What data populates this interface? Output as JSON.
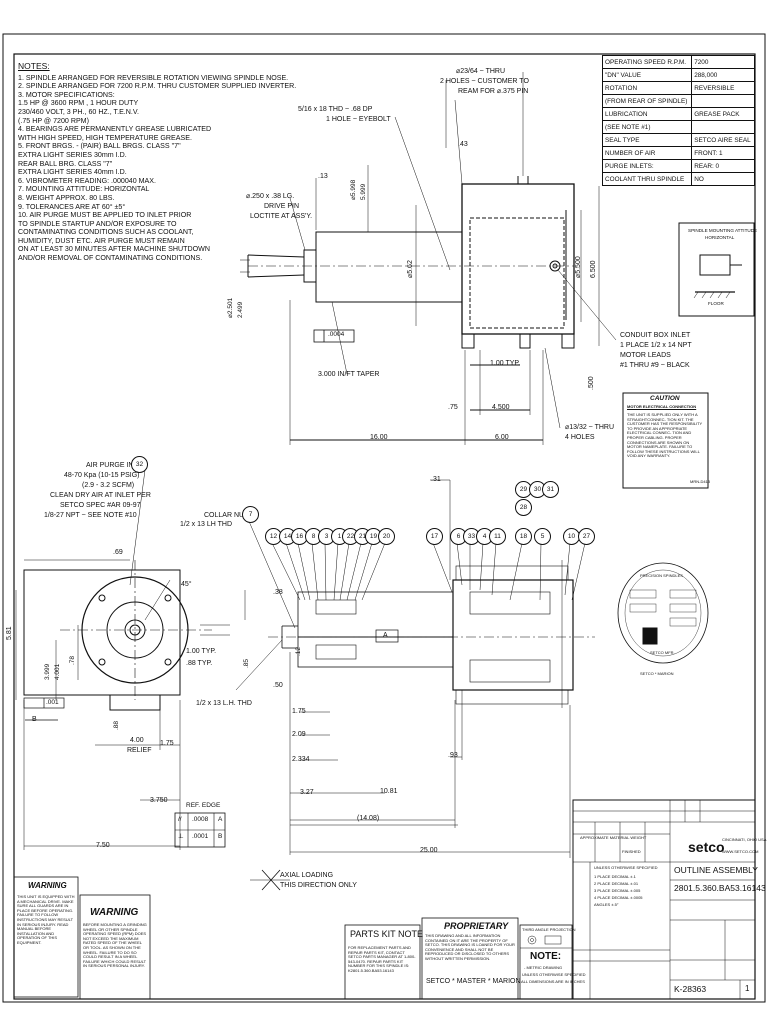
{
  "notes": {
    "heading": "NOTES:",
    "lines": [
      "1.  SPINDLE ARRANGED FOR REVERSIBLE ROTATION VIEWING SPINDLE NOSE.",
      "2.  SPINDLE ARRANGED FOR 7200 R.P.M. THRU CUSTOMER SUPPLIED INVERTER.",
      "3.  MOTOR SPECIFICATIONS:",
      "     1.5 HP @ 3600 RPM , 1 HOUR DUTY",
      "     230/460 VOLT, 3 PH., 60 HZ., T.E.N.V.",
      "     (.75 HP @ 7200 RPM)",
      "4.  BEARINGS ARE PERMANENTLY GREASE LUBRICATED",
      "     WITH HIGH SPEED, HIGH TEMPERATURE GREASE.",
      "5.  FRONT BRGS. - (PAIR) BALL BRGS. CLASS \"7\"",
      "     EXTRA LIGHT SERIES 30mm I.D.",
      "     REAR BALL BRG. CLASS \"7\"",
      "     EXTRA LIGHT SERIES 40mm I.D.",
      "6.  VIBROMETER READING: .000040 MAX.",
      "7.  MOUNTING ATTITUDE: HORIZONTAL",
      "8.  WEIGHT APPROX. 80 LBS.",
      "9.  TOLERANCES ARE AT 60° ±5°",
      "10. AIR PURGE MUST BE APPLIED TO INLET PRIOR",
      "     TO SPINDLE STARTUP AND/OR EXPOSURE TO",
      "     CONTAMINATING CONDITIONS SUCH AS COOLANT,",
      "     HUMIDITY, DUST ETC. AIR PURGE MUST REMAIN",
      "     ON AT LEAST 30 MINUTES AFTER MACHINE SHUTDOWN",
      "     AND/OR REMOVAL OF CONTAMINATING CONDITIONS."
    ]
  },
  "spec_table": [
    [
      "OPERATING SPEED R.P.M.",
      "7200"
    ],
    [
      "\"DN\" VALUE",
      "288,000"
    ],
    [
      "ROTATION",
      "REVERSIBLE"
    ],
    [
      "(FROM REAR OF SPINDLE)",
      ""
    ],
    [
      "LUBRICATION",
      "GREASE PACK"
    ],
    [
      "(SEE NOTE #1)",
      ""
    ],
    [
      "SEAL TYPE",
      "SETCO AIRE SEAL"
    ],
    [
      "NUMBER OF AIR",
      "FRONT: 1"
    ],
    [
      "PURGE INLETS:",
      "REAR:  0"
    ],
    [
      "COOLANT THRU SPINDLE",
      "NO"
    ]
  ],
  "mounting": {
    "title": "SPINDLE MOUNTING ATTITUDE",
    "sub": "HORIZONTAL",
    "floor": "FLOOR"
  },
  "top_view": {
    "thru_hole_label_1": "⌀23/64 ~ THRU",
    "thru_hole_label_2": "2 HOLES ~ CUSTOMER TO",
    "thru_hole_label_3": "REAM FOR ⌀.375 PIN",
    "eyebolt_1": "5/16 x 18 THD ~ .68 DP",
    "eyebolt_2": "1 HOLE ~ EYEBOLT",
    "dim_43": ".43",
    "dim_13": ".13",
    "drive_pin_1": "⌀.250 x .38 LG.",
    "drive_pin_2": "DRIVE PIN",
    "drive_pin_3": "LOCTITE AT ASS'Y.",
    "dim_5998": "⌀5.998",
    "dim_5999": "5.999",
    "dim_5500": "⌀5.500",
    "dim_6500": "6.500",
    "dim_562": "⌀5.62",
    "dim_2501": "⌀2.501",
    "dim_2499": "2.499",
    "runout": ".0004",
    "taper": "3.000 IN/FT TAPER",
    "conduit_1": "CONDUIT BOX INLET",
    "conduit_2": "1 PLACE 1/2 x 14 NPT",
    "conduit_3": "MOTOR LEADS",
    "conduit_4": "#1 THRU #9 ~ BLACK",
    "dim_100typ": "1.00 TYP.",
    "dim_75": ".75",
    "dim_4500": "4.500",
    "dim_500": ".500",
    "holes_1": "⌀13/32 ~ THRU",
    "holes_2": "4 HOLES",
    "dim_1600": "16.00",
    "dim_600": "6.00"
  },
  "caution": {
    "title": "CAUTION",
    "sub": "MOTOR ELECTRICAL CONNECTION",
    "body": "THE UNIT IS SUPPLIED ONLY WITH A STRAIGHTCONNEC- TION KIT. THE CUSTOMER HAS THE RESPONSIBILITY TO PROVIDE AN APPROPRIATE ELECTRICAL CONNEC- TION AND PROPER CABLING. PROPER CONNECTIONS ARE SHOWN ON MOTOR NAMEPLATE. FAILURE TO FOLLOW THESE INSTRUCTIONS WILL VOID ANY WARRANTY.",
    "code": "MRN-D413"
  },
  "end_view": {
    "air_1": "AIR PURGE INLET",
    "air_2": "48-70 Kpa (10-15 PSIG)",
    "air_3": "(2.9 - 3.2 SCFM)",
    "air_4": "CLEAN DRY AIR AT INLET PER",
    "air_5": "SETCO SPEC #AR 09-97",
    "air_6": "1/8-27 NPT ~ SEE NOTE #10",
    "bubble_air": "32",
    "dim_69": ".69",
    "dim_45": "45°",
    "dim_581": "5.81",
    "dim_3999": "3.999",
    "dim_4001": "4.001",
    "dim_100typ": "1.00 TYP.",
    "dim_88typ": ".88 TYP.",
    "dim_78": ".78",
    "dim_88": ".88",
    "dim_400": "4.00",
    "relief": "RELIEF",
    "dim_175": "1.75",
    "dim_3750": "3.750",
    "dim_750": "7.50",
    "datum_b": "B",
    "flatness": ".001",
    "ref_edge": "REF. EDGE",
    "ref_rows": [
      [
        "//",
        ".0008",
        "A"
      ],
      [
        "⊥",
        ".0001",
        "B"
      ]
    ]
  },
  "section_view": {
    "collar_1": "COLLAR NUT",
    "collar_2": "1/2 x 13 LH THD",
    "bubble_7": "7",
    "lh_thd": "1/2 x 13 L.H. THD",
    "dim_31": ".31",
    "dim_38": ".38",
    "dim_50": ".50",
    "dim_12": ".12",
    "dim_175": "1.75",
    "dim_209": "2.09",
    "dim_2334": "2.334",
    "dim_327": "3.27",
    "dim_1081": "10.81",
    "dim_1408": "(14.08)",
    "dim_2500": "25.00",
    "dim_93": ".93",
    "dim_85": ".85",
    "datum_a": "A",
    "bubbles_left": [
      "12",
      "14",
      "16",
      "8",
      "3",
      "1",
      "22",
      "21",
      "19",
      "20"
    ],
    "bubbles_right": [
      "17",
      "6",
      "33",
      "4",
      "11",
      "18",
      "5",
      "10",
      "27"
    ],
    "bubbles_top": [
      "29",
      "30",
      "31",
      "28"
    ],
    "axial_1": "AXIAL LOADING",
    "axial_2": "THIS DIRECTION ONLY"
  },
  "nameplate": {
    "top": "PRECISION SPINDLES",
    "bottom": "SETCO MFR.",
    "sub": "SETCO * MARION"
  },
  "warnings": {
    "warning1_title": "WARNING",
    "warning1_body": "THIS UNIT IS EQUIPPED WITH A MECHANICAL DRIVE. MAKE SURE ALL GUARDS ARE IN PLACE BEFORE OPERATING. FAILURE TO FOLLOW INSTRUCTIONS MAY RESULT IN SERIOUS INJURY. READ MANUAL BEFORE INSTALLATION AND OPERATION OF THIS EQUIPMENT.",
    "warning2_title": "WARNING",
    "warning2_body": "BEFORE MOUNTING A GRINDING WHEEL OR OTHER SPINDLE OPERATING SPEED (RPM) DOES NOT EXCEED THE MAXIMUM RATED SPEED OF THE WHEEL OR TOOL. AS SHOWN ON THE WHEEL. FAILURE TO DO SO COULD RESULT IN A WHEEL FAILURE WHICH COULD RESULT IN SERIOUS PERSONAL INJURY.",
    "parts_title": "PARTS KIT NOTE",
    "parts_body": "FOR REPLACEMENT PARTS AND REPAIR PARTS KIT, CONTACT SETCO PARTS MANAGER AT 1-800-543-0470. REPAIR PARTS KIT NUMBER FOR THIS SPINDLE IS: K2801.5.360.BA53.16143",
    "prop_title": "PROPRIETARY",
    "prop_body": "THIS DRAWING AND ALL INFORMATION CONTAINED ON IT ARE THE PROPERTY OF SETCO. THIS DRAWING IS LOANED FOR YOUR CONVENIENCE AND SHALL NOT BE REPRODUCED OR DISCLOSED TO OTHERS WITHOUT WRITTEN PERMISSION.",
    "prop_foot": "SETCO * MASTER * MARION"
  },
  "title_block": {
    "note": "NOTE:",
    "note_1": "- METRIC DRAWING",
    "note_2": "UNLESS OTHERWISE SPECIFIED",
    "note_3": "ALL DIMENSIONS ARE IN INCHES",
    "projection": "THIRD ANGLE PROJECTION",
    "approx_weight": "APPROXIMATE MATERIAL WEIGHT",
    "finished": "FINISHED",
    "company": "setco",
    "address": "CINCINNATI, OHIO USA",
    "web": "WWW.SETCO.COM",
    "title": "OUTLINE ASSEMBLY",
    "part_no": "2801.5.360.BA53.16143",
    "dwg_no": "K-28363",
    "sheet": "1",
    "tolerance_hdr": "UNLESS OTHERWISE SPECIFIED",
    "tolerances": [
      "1 PLACE DECIMAL ±.1",
      "2 PLACE DECIMAL ±.01",
      "3 PLACE DECIMAL ±.005",
      "4 PLACE DECIMAL ±.0005",
      "ANGLES ±.5°"
    ]
  }
}
